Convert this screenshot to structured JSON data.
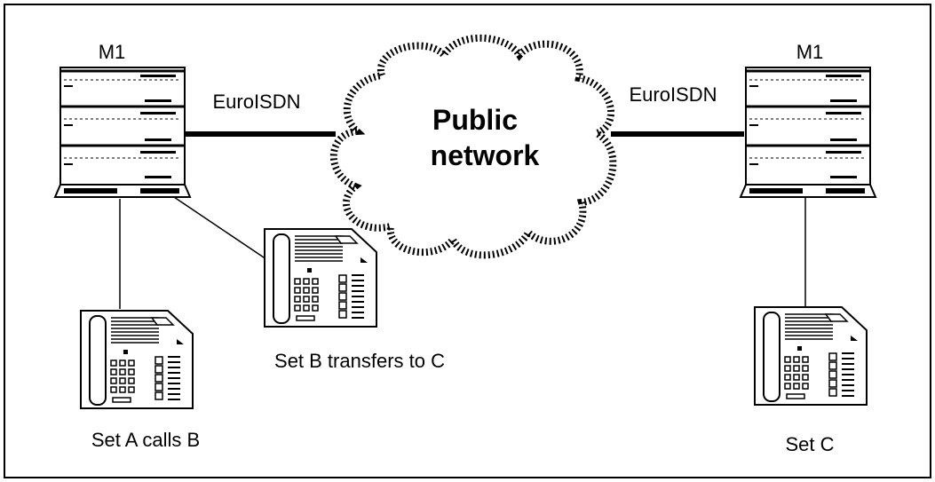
{
  "diagram": {
    "nodes": {
      "switch_left": {
        "label": "M1"
      },
      "switch_right": {
        "label": "M1"
      },
      "cloud": {
        "line1": "Public",
        "line2": "network"
      },
      "set_a": {
        "label": "Set A calls B"
      },
      "set_b": {
        "label": "Set B transfers to C"
      },
      "set_c": {
        "label": "Set C"
      }
    },
    "links": {
      "left_trunk": {
        "label": "EuroISDN"
      },
      "right_trunk": {
        "label": "EuroISDN"
      }
    },
    "colors": {
      "stroke": "#000000",
      "background": "#ffffff"
    }
  }
}
